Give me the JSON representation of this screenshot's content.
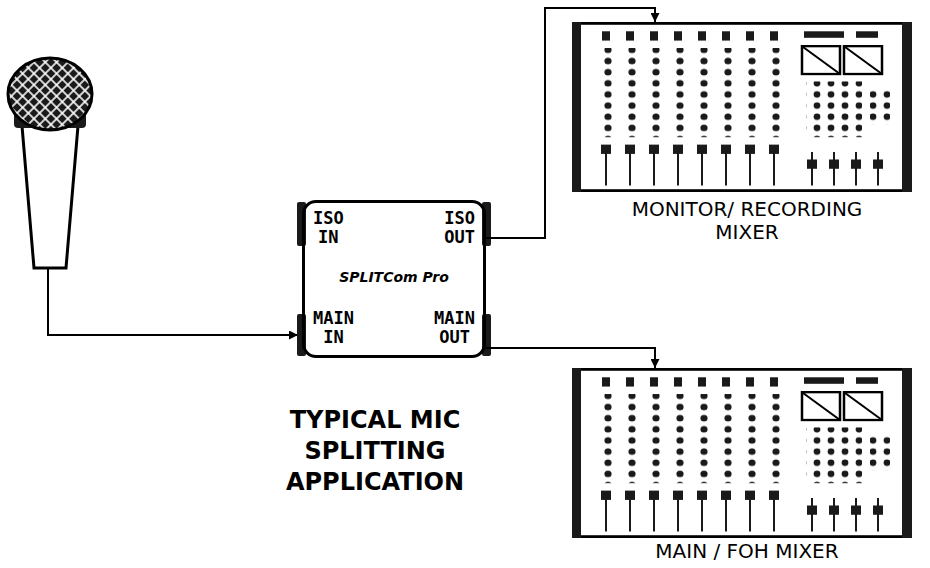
{
  "diagram": {
    "title": "TYPICAL MIC SPLITTING APPLICATION",
    "nodes": [
      {
        "text": [
          "ISO IN",
          "ISO OUT",
          "SPLITCom Pro",
          "MAIN IN",
          "MAIN OUT"
        ]
      },
      {
        "text": [
          "MONITOR/ RECORDING MIXER"
        ]
      },
      {
        "text": [
          "MAIN / FOH MIXER"
        ]
      }
    ],
    "edges": [
      {
        "from": 0,
        "to": 1,
        "arrow": "to"
      },
      {
        "from": 0,
        "to": 2,
        "arrow": "to"
      }
    ]
  }
}
